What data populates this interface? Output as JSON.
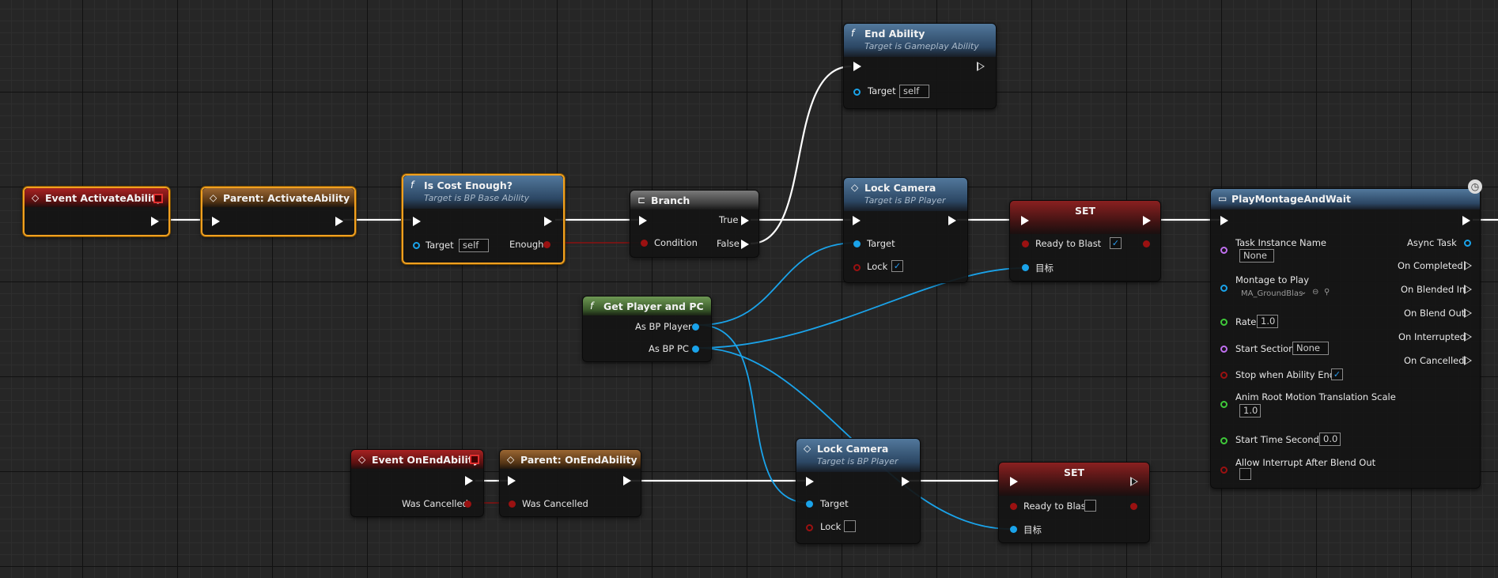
{
  "nodes": {
    "event_activate": {
      "title": "Event ActivateAbility"
    },
    "parent_activate": {
      "title": "Parent: ActivateAbility"
    },
    "is_cost_enough": {
      "title": "Is Cost Enough?",
      "subtitle": "Target is BP Base Ability",
      "target_label": "Target",
      "target_value": "self",
      "output_label": "Enough"
    },
    "branch": {
      "title": "Branch",
      "condition_label": "Condition",
      "true_label": "True",
      "false_label": "False"
    },
    "end_ability": {
      "title": "End Ability",
      "subtitle": "Target is Gameplay Ability",
      "target_label": "Target",
      "target_value": "self"
    },
    "lock_camera_1": {
      "title": "Lock Camera",
      "subtitle": "Target is BP Player",
      "target_label": "Target",
      "lock_label": "Lock",
      "lock_checked": "✓"
    },
    "set_1": {
      "title": "SET",
      "ready_label": "Ready to Blast",
      "ready_checked": "✓",
      "target_label": "目标"
    },
    "get_player_pc": {
      "title": "Get Player and PC",
      "out1": "As BP Player",
      "out2": "As BP PC"
    },
    "play_montage": {
      "title": "PlayMontageAndWait",
      "task_instance_label": "Task Instance Name",
      "task_instance_value": "None",
      "montage_label": "Montage to Play",
      "montage_value": "MA_GroundBlas",
      "rate_label": "Rate",
      "rate_value": "1.0",
      "start_section_label": "Start Section",
      "start_section_value": "None",
      "stop_label": "Stop when Ability Ends",
      "stop_checked": "✓",
      "anim_root_label": "Anim Root Motion Translation Scale",
      "anim_root_value": "1.0",
      "start_time_label": "Start Time Seconds",
      "start_time_value": "0.0",
      "allow_interrupt_label": "Allow Interrupt After Blend Out",
      "out_async": "Async Task",
      "out_completed": "On Completed",
      "out_blended_in": "On Blended In",
      "out_blend_out": "On Blend Out",
      "out_interrupted": "On Interrupted",
      "out_cancelled": "On Cancelled"
    },
    "event_end": {
      "title": "Event OnEndAbility",
      "out_label": "Was Cancelled"
    },
    "parent_end": {
      "title": "Parent: OnEndAbility",
      "in_label": "Was Cancelled"
    },
    "lock_camera_2": {
      "title": "Lock Camera",
      "subtitle": "Target is BP Player",
      "target_label": "Target",
      "lock_label": "Lock"
    },
    "set_2": {
      "title": "SET",
      "ready_label": "Ready to Blast",
      "target_label": "目标"
    }
  },
  "icons": {
    "event": "diamond-event-icon",
    "function": "function-f-icon",
    "branch": "branch-icon",
    "clock": "clock-icon"
  },
  "colors": {
    "exec_wire": "#ffffff",
    "object_wire": "#1aa3ea",
    "bool_wire": "#9b1111",
    "selection": "#f0a020"
  }
}
